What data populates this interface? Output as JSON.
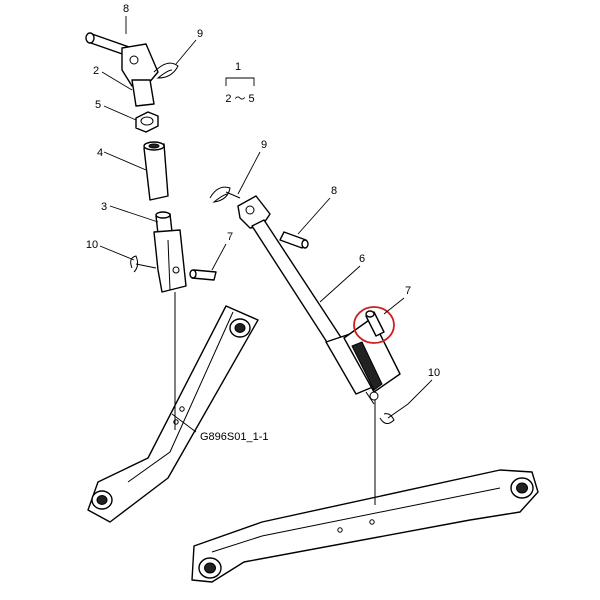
{
  "diagram_code": "G896S01_1-1",
  "assembly_note": {
    "top": "1",
    "bottom": "2 ～ 5"
  },
  "callouts": {
    "c8_top": "8",
    "c9_top": "9",
    "c2": "2",
    "c5": "5",
    "c4": "4",
    "c3": "3",
    "c10_left": "10",
    "c7_left": "7",
    "c9_mid": "9",
    "c8_mid": "8",
    "c6": "6",
    "c7_right": "7",
    "c10_right": "10"
  },
  "colors": {
    "line": "#000000",
    "highlight": "#cc1f1f",
    "background": "#ffffff"
  }
}
